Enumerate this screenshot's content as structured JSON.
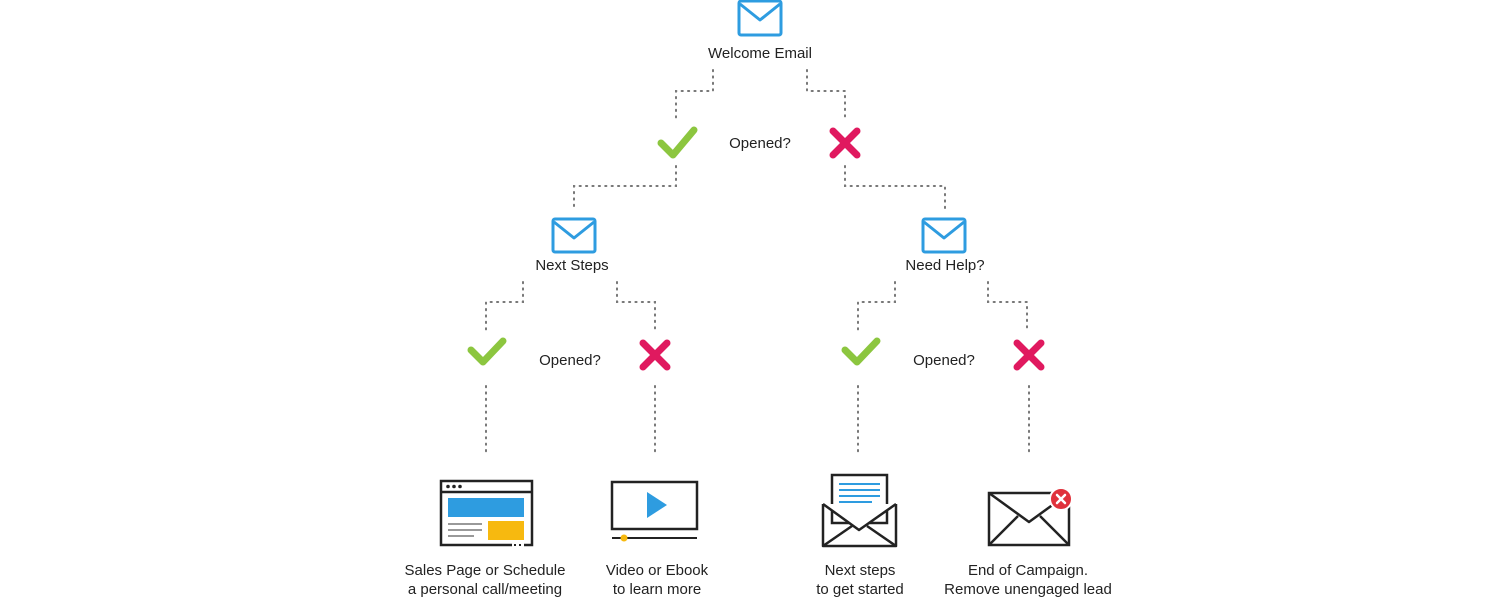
{
  "colors": {
    "email": "#2e9ce0",
    "yes": "#8cc63f",
    "no": "#e0195f",
    "connector": "#777777",
    "ink": "#222222",
    "blue": "#2e9ce0",
    "yellow": "#f7b90f",
    "error": "#e0323c"
  },
  "root": {
    "label": "Welcome Email",
    "icon": "envelope-icon"
  },
  "level1": {
    "question": "Opened?",
    "yes_icon": "check-icon",
    "no_icon": "cross-icon"
  },
  "left_branch": {
    "label": "Next Steps",
    "icon": "envelope-icon",
    "question": "Opened?",
    "yes_outcome": {
      "icon": "sales-page-icon",
      "line1": "Sales Page or Schedule",
      "line2": "a personal call/meeting"
    },
    "no_outcome": {
      "icon": "video-player-icon",
      "line1": "Video or Ebook",
      "line2": "to learn more"
    }
  },
  "right_branch": {
    "label": "Need Help?",
    "icon": "envelope-icon",
    "question": "Opened?",
    "yes_outcome": {
      "icon": "open-letter-icon",
      "line1": "Next steps",
      "line2": "to get started"
    },
    "no_outcome": {
      "icon": "envelope-error-icon",
      "line1": "End of Campaign.",
      "line2": "Remove unengaged lead"
    }
  }
}
